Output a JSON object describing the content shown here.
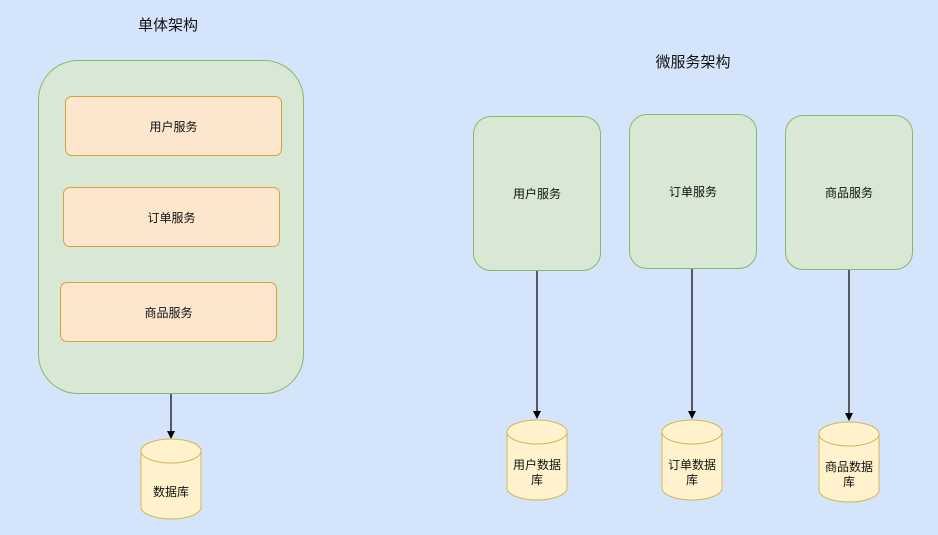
{
  "monolith": {
    "title": "单体架构",
    "services": [
      "用户服务",
      "订单服务",
      "商品服务"
    ],
    "database": "数据库"
  },
  "microservices": {
    "title": "微服务架构",
    "services": [
      "用户服务",
      "订单服务",
      "商品服务"
    ],
    "databases": [
      "用户数据\n库",
      "订单数据\n库",
      "商品数据\n库"
    ]
  },
  "colors": {
    "background": "#d4e4fb",
    "green_fill": "#d8e8d4",
    "green_stroke": "#86b96a",
    "orange_fill": "#fce6ce",
    "orange_stroke": "#d5a23c",
    "db_fill": "#fff2cc",
    "db_stroke": "#d6b656"
  }
}
